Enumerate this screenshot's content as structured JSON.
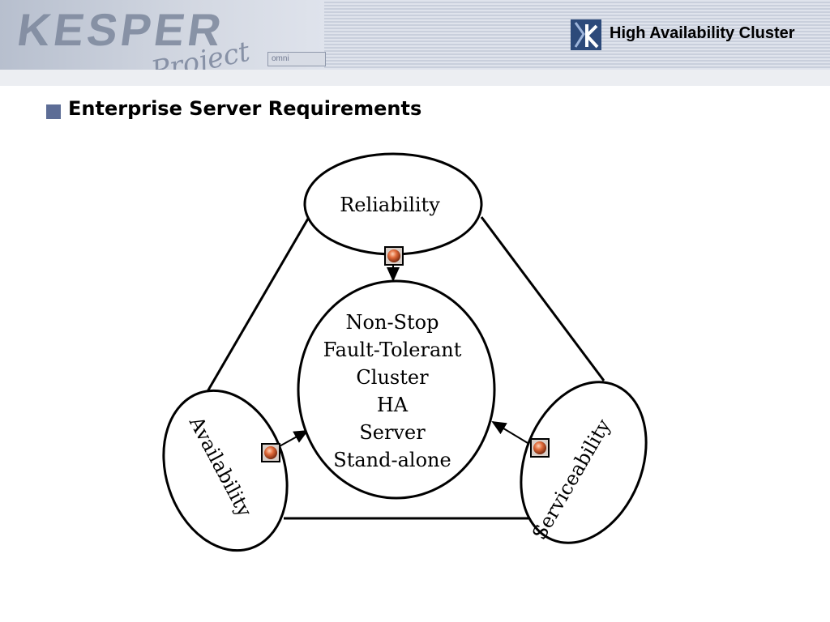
{
  "header": {
    "logo_text": "KESPER",
    "logo_subtext": "Project",
    "logo_badge": "omni",
    "brand_title": "High Availability Cluster"
  },
  "slide": {
    "title": "Enterprise Server Requirements"
  },
  "diagram": {
    "top_node": "Reliability",
    "left_node": "Availability",
    "right_node": "Serviceability",
    "center_lines": [
      "Non-Stop",
      "Fault-Tolerant",
      "Cluster",
      "HA",
      "Server",
      "Stand-alone"
    ]
  },
  "colors": {
    "bullet": "#5d6d96",
    "marker": "#e06a3a",
    "header_stripe": "#c9cfdc"
  }
}
